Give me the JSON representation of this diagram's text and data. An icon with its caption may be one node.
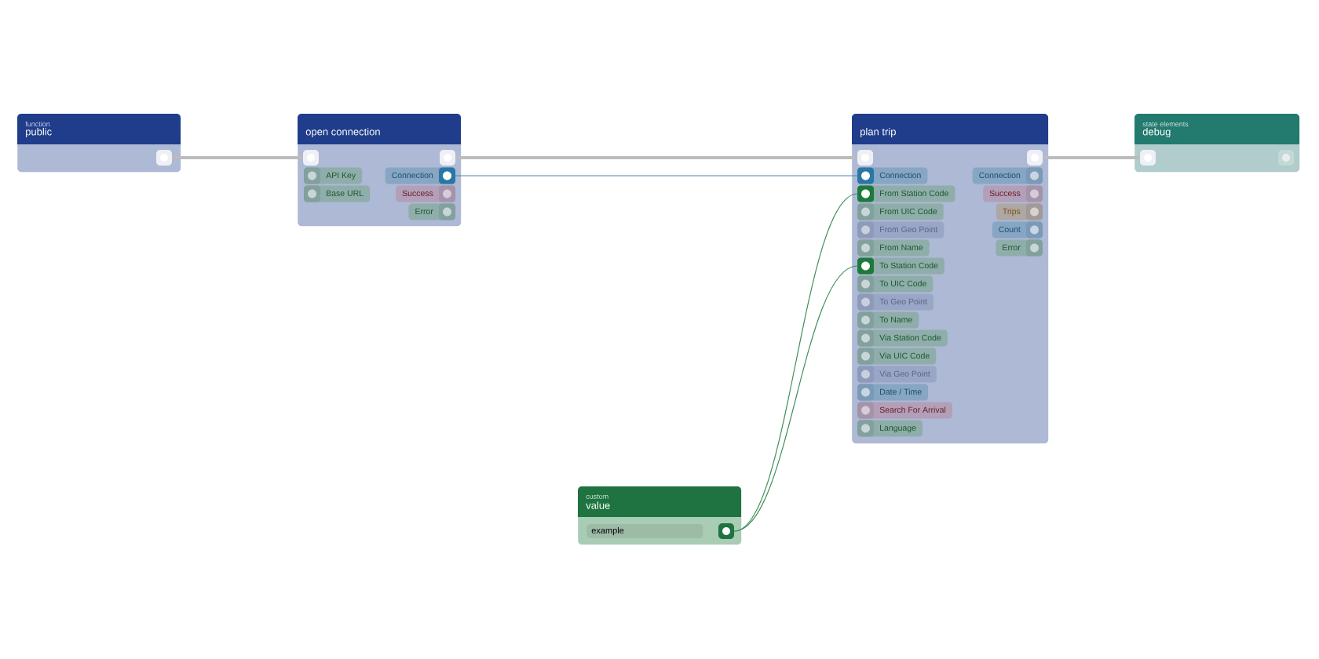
{
  "diagram": {
    "nodes": [
      {
        "text": [
          "function",
          "public"
        ]
      },
      {
        "text": [],
        "shape": "box",
        "in": 0
      },
      {
        "text": [
          "open connection"
        ]
      },
      {
        "text": [],
        "shape": "box",
        "in": 2
      },
      {
        "text": [],
        "shape": "box",
        "in": 2
      },
      {
        "text": [
          "API Key"
        ],
        "in": 2
      },
      {
        "text": [
          "Base URL"
        ],
        "in": 2
      },
      {
        "text": [
          "Connection"
        ],
        "in": 2
      },
      {
        "text": [
          "Success"
        ],
        "in": 2
      },
      {
        "text": [
          "Error"
        ],
        "in": 2
      },
      {
        "text": [
          "plan trip"
        ]
      },
      {
        "text": [],
        "shape": "box",
        "in": 10
      },
      {
        "text": [],
        "shape": "box",
        "in": 10
      },
      {
        "text": [
          "Connection"
        ],
        "in": 10
      },
      {
        "text": [
          "From Station Code"
        ],
        "in": 10
      },
      {
        "text": [
          "From UIC Code"
        ],
        "in": 10
      },
      {
        "text": [
          "From Geo Point"
        ],
        "in": 10
      },
      {
        "text": [
          "From Name"
        ],
        "in": 10
      },
      {
        "text": [
          "To Station Code"
        ],
        "in": 10
      },
      {
        "text": [
          "To UIC Code"
        ],
        "in": 10
      },
      {
        "text": [
          "To Geo Point"
        ],
        "in": 10
      },
      {
        "text": [
          "To Name"
        ],
        "in": 10
      },
      {
        "text": [
          "Via Station Code"
        ],
        "in": 10
      },
      {
        "text": [
          "Via UIC Code"
        ],
        "in": 10
      },
      {
        "text": [
          "Via Geo Point"
        ],
        "in": 10
      },
      {
        "text": [
          "Date / Time"
        ],
        "in": 10
      },
      {
        "text": [
          "Search For Arrival"
        ],
        "in": 10
      },
      {
        "text": [
          "Language"
        ],
        "in": 10
      },
      {
        "text": [
          "Connection"
        ],
        "in": 10
      },
      {
        "text": [
          "Success"
        ],
        "in": 10
      },
      {
        "text": [
          "Trips"
        ],
        "in": 10
      },
      {
        "text": [
          "Count"
        ],
        "in": 10
      },
      {
        "text": [
          "Error"
        ],
        "in": 10
      },
      {
        "text": [
          "state elements",
          "debug"
        ]
      },
      {
        "text": [],
        "shape": "box",
        "in": 33
      },
      {
        "text": [],
        "shape": "box",
        "in": 33
      },
      {
        "text": [
          "custom",
          "value"
        ]
      },
      {
        "text": [
          "example"
        ],
        "in": 36
      },
      {
        "text": [],
        "shape": "box",
        "in": 36
      }
    ],
    "edges": [
      {
        "from": 1,
        "to": 3,
        "arrow": "none",
        "style": "thick"
      },
      {
        "from": 4,
        "to": 11,
        "arrow": "none",
        "style": "thick"
      },
      {
        "from": 12,
        "to": 34,
        "arrow": "none",
        "style": "thick"
      },
      {
        "from": 7,
        "to": 13,
        "arrow": "none",
        "color": "#4f86ad"
      },
      {
        "from": 38,
        "to": 14,
        "arrow": "none",
        "color": "#3f8f5a"
      },
      {
        "from": 38,
        "to": 18,
        "arrow": "none",
        "color": "#3f8f5a"
      }
    ]
  }
}
